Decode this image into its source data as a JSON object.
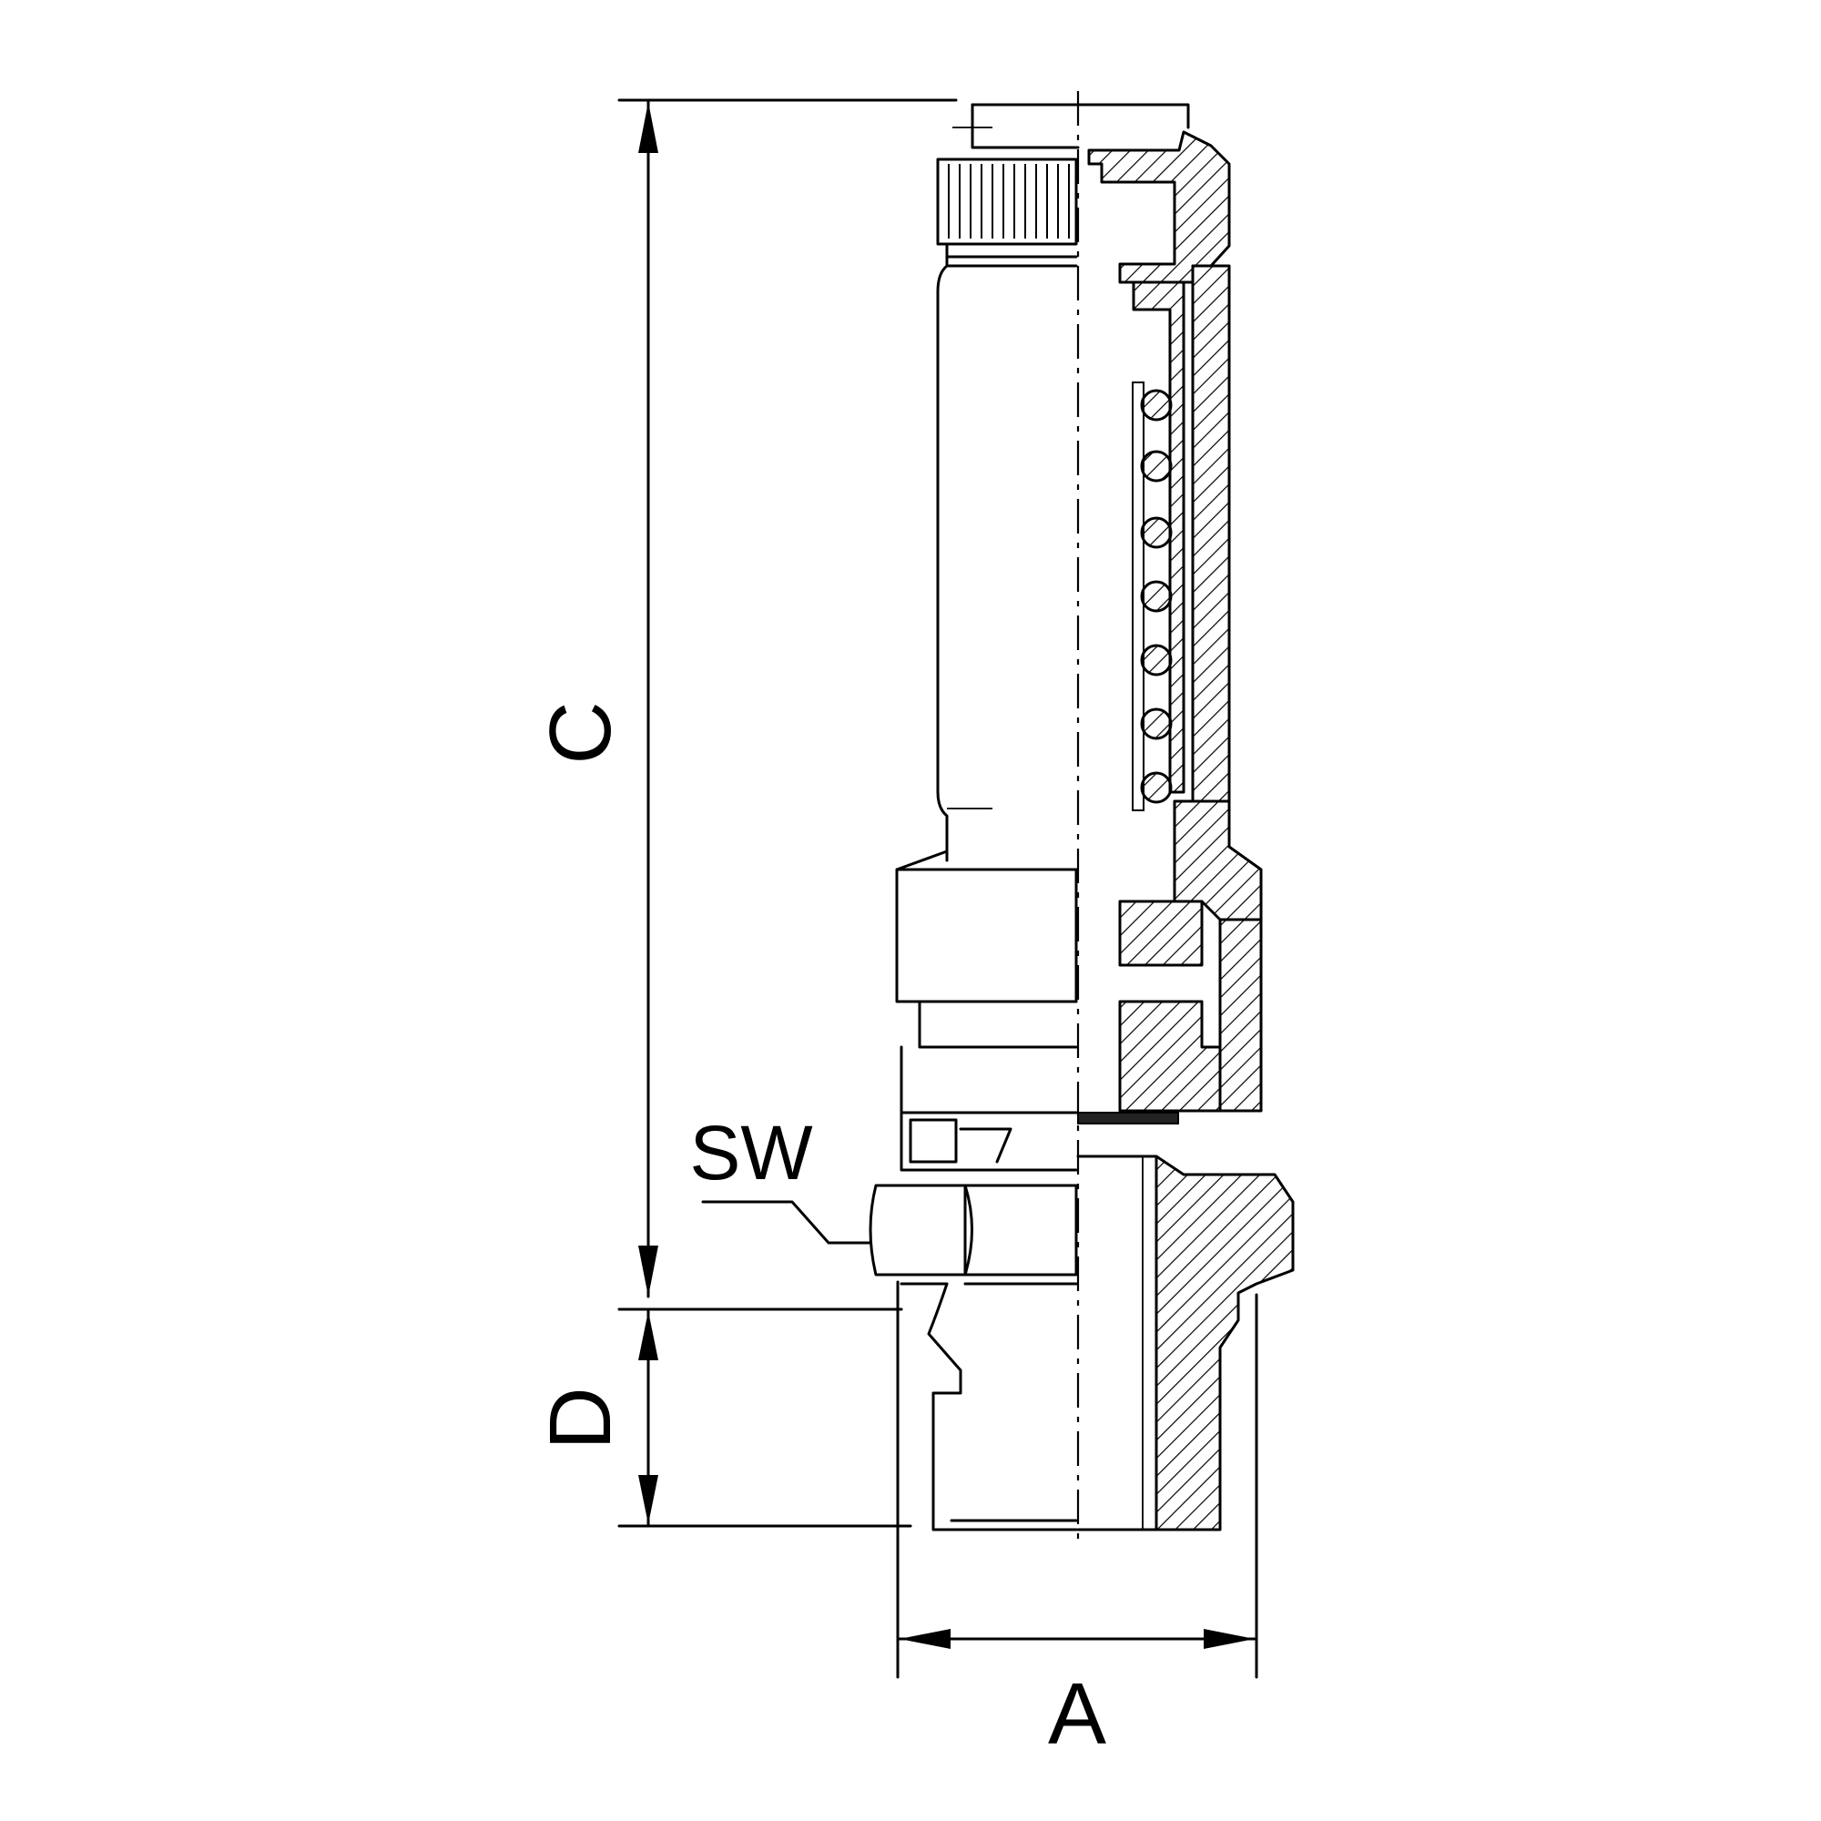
{
  "dimensions": {
    "c": "C",
    "d": "D",
    "a": "A",
    "sw": "SW"
  }
}
